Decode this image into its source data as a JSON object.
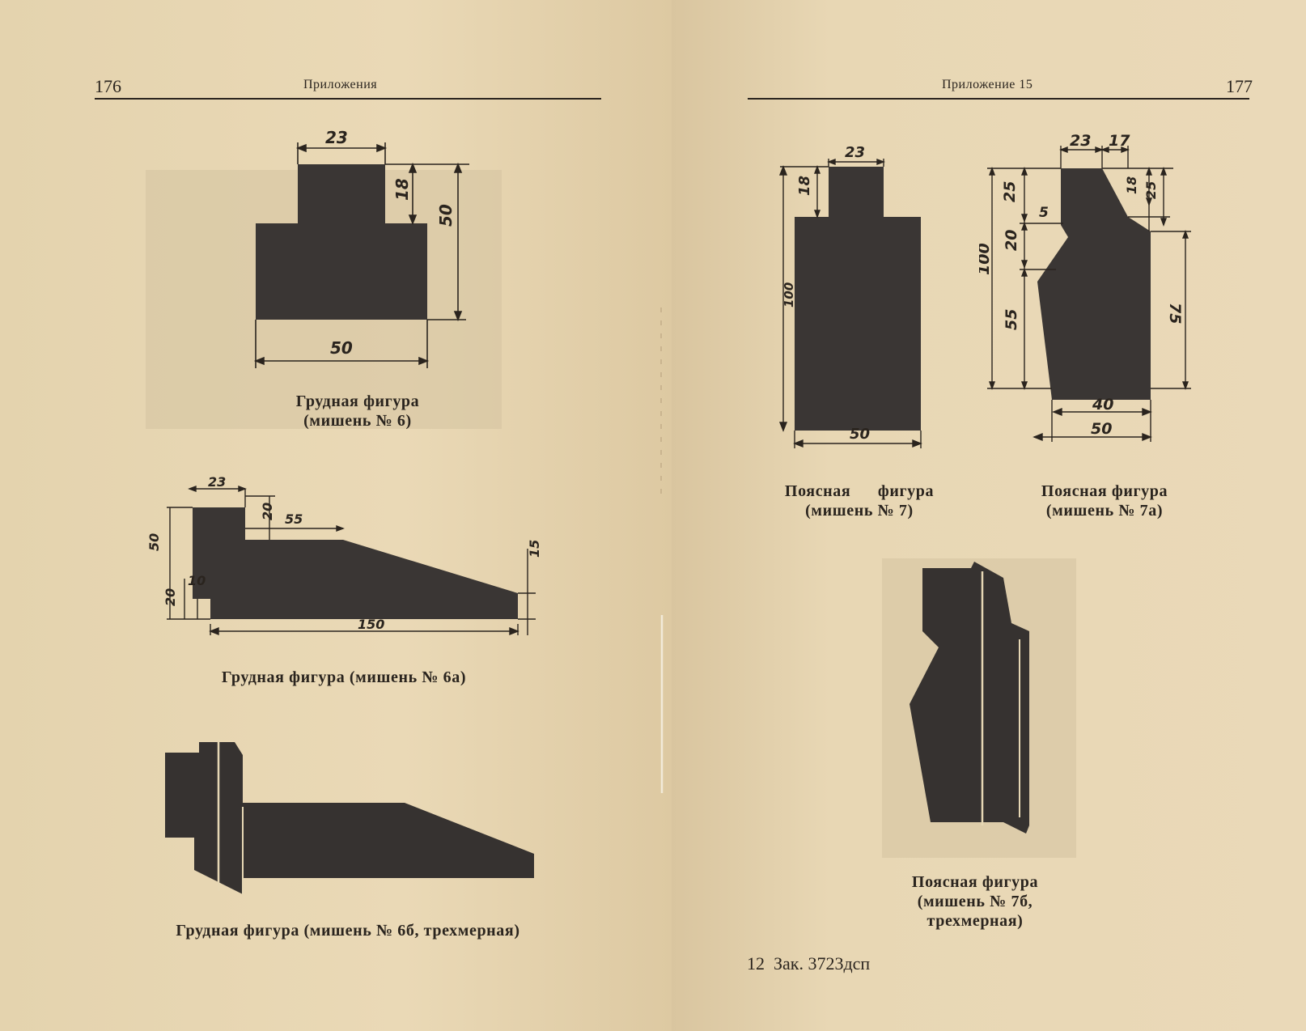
{
  "left_page": {
    "page_number": "176",
    "running_head": "Приложения",
    "figures": [
      {
        "caption_lines": [
          "Грудная фигура",
          "(мишень № 6)"
        ],
        "dimensions": [
          "23",
          "18",
          "50",
          "50"
        ]
      },
      {
        "caption_lines": [
          "Грудная фигура (мишень № 6а)"
        ],
        "dimensions": [
          "23",
          "20",
          "55",
          "50",
          "20",
          "10",
          "15",
          "150"
        ]
      },
      {
        "caption_lines": [
          "Грудная фигура (мишень № 6б, трехмерная)"
        ]
      }
    ]
  },
  "right_page": {
    "page_number": "177",
    "running_head": "Приложение 15",
    "figures": [
      {
        "caption_lines": [
          "Поясная      фигура",
          "(мишень № 7)"
        ],
        "dimensions": [
          "23",
          "18",
          "100",
          "50"
        ]
      },
      {
        "caption_lines": [
          "Поясная фигура",
          "(мишень № 7а)"
        ],
        "dimensions": [
          "23",
          "17",
          "25",
          "18",
          "25",
          "5",
          "20",
          "100",
          "55",
          "75",
          "40",
          "50"
        ]
      },
      {
        "caption_lines": [
          "Поясная фигура",
          "(мишень № 7б,",
          "трехмерная)"
        ]
      }
    ],
    "footer": "12  Зак. 3723дсп"
  },
  "colors": {
    "paper": "#e6d7b4",
    "ink": "#2a241e",
    "target_fill": "#3a3634"
  }
}
